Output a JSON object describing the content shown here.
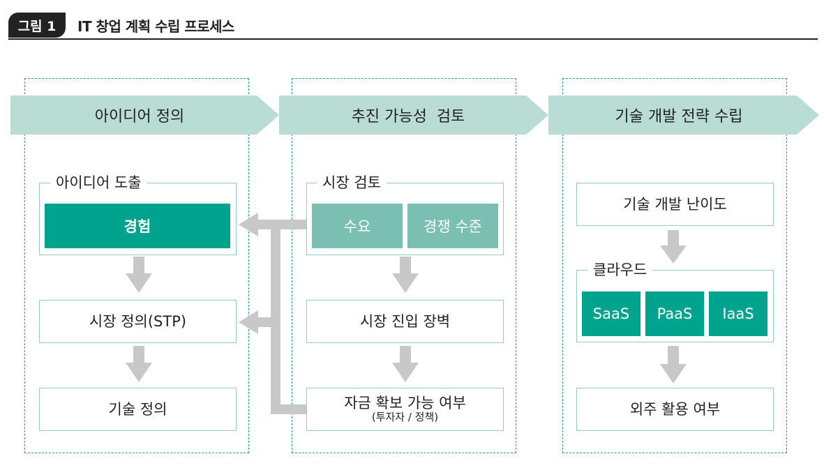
{
  "figure": {
    "badge": "그림 1",
    "title": "IT 창업 계획 수립 프로세스"
  },
  "colors": {
    "banner": "#b9ddd4",
    "dark_fill": "#00a38d",
    "light_fill": "#7abfb1",
    "border": "#9cc9bf",
    "dashed": "#2e9e8a",
    "arrow": "#c8c8c8"
  },
  "phases": [
    {
      "label": "아이디어 정의"
    },
    {
      "label": "추진 가능성  검토"
    },
    {
      "label": "기술 개발 전략 수립"
    }
  ],
  "col1": {
    "group_label": "아이디어 도출",
    "experience": "경험",
    "market_def": "시장 정의(STP)",
    "tech_def": "기술 정의"
  },
  "col2": {
    "group_label": "시장 검토",
    "demand": "수요",
    "competition": "경쟁 수준",
    "entry_barrier": "시장 진입 장벽",
    "funding": "자금 확보 가능 여부",
    "funding_sub": "(투자자 / 정책)"
  },
  "col3": {
    "difficulty": "기술 개발 난이도",
    "group_label": "클라우드",
    "saas": "SaaS",
    "paas": "PaaS",
    "iaas": "IaaS",
    "outsourcing": "외주 활용 여부"
  }
}
